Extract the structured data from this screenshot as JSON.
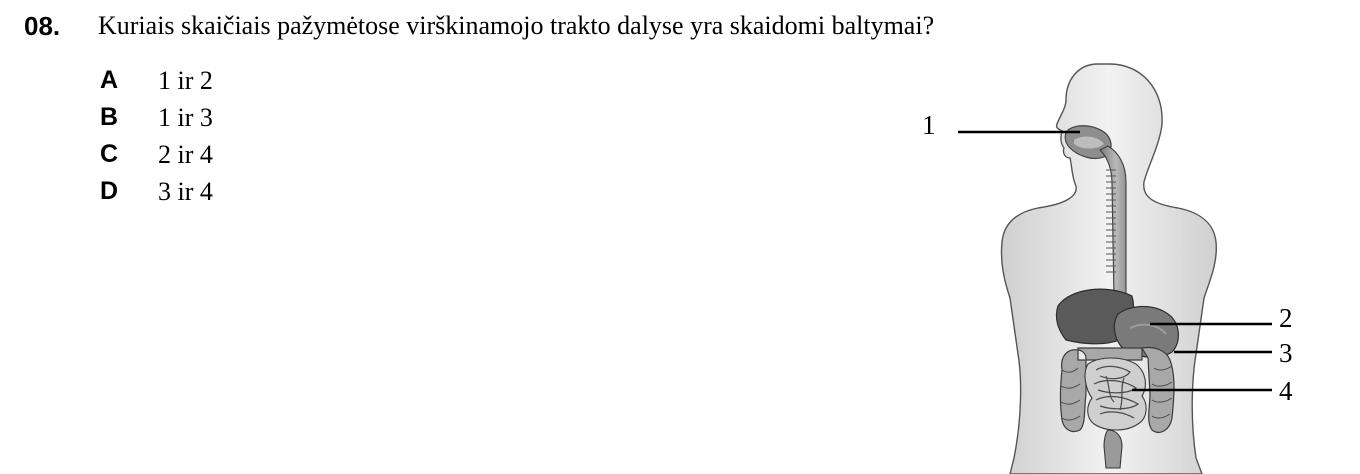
{
  "question": {
    "number": "08.",
    "text": "Kuriais skaičiais pažymėtose virškinamojo trakto dalyse yra skaidomi baltymai?"
  },
  "options": [
    {
      "letter": "A",
      "text": "1 ir 2"
    },
    {
      "letter": "B",
      "text": "1 ir 3"
    },
    {
      "letter": "C",
      "text": "2 ir 4"
    },
    {
      "letter": "D",
      "text": "3 ir 4"
    }
  ],
  "figure": {
    "labels": [
      "1",
      "2",
      "3",
      "4"
    ]
  }
}
